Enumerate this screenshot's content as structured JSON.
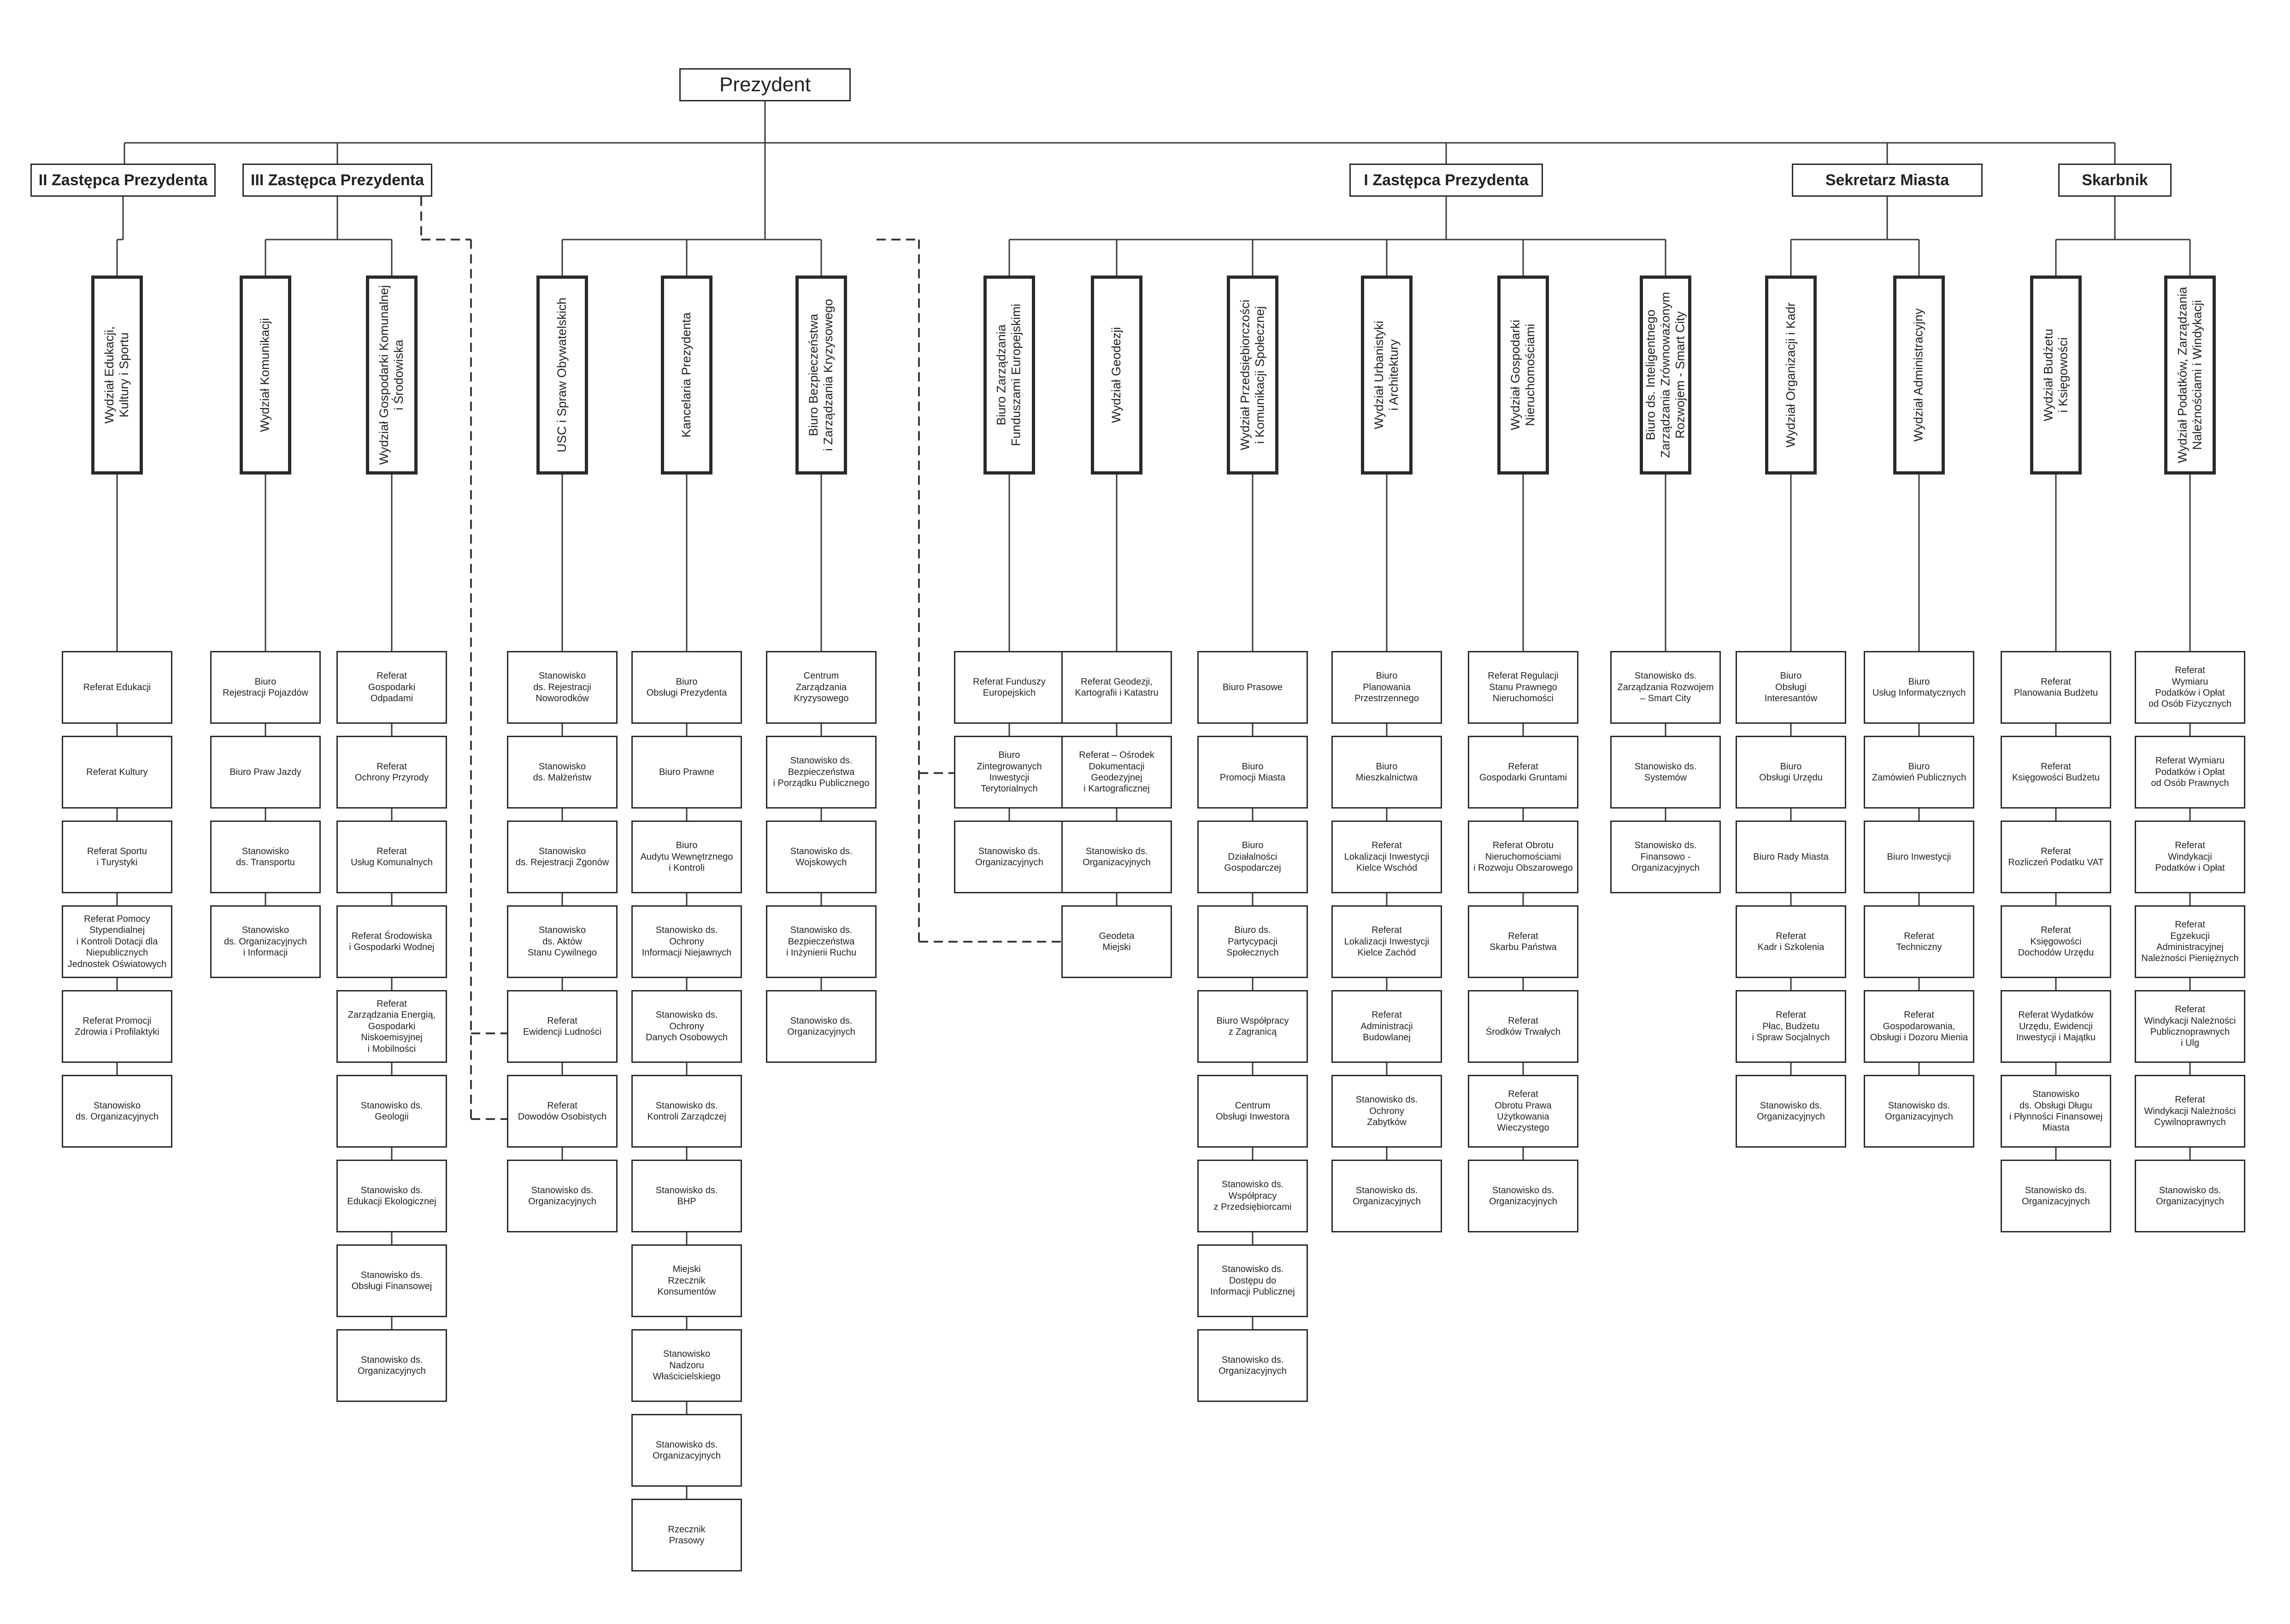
{
  "president": "Prezydent",
  "deputies": [
    {
      "label": "II Zastępca Prezydenta",
      "units": [
        {
          "label": "Wydział Edukacji,\nKultury i Sportu",
          "subs": [
            "Referat Edukacji",
            "Referat Kultury",
            "Referat Sportu\ni Turystyki",
            "Referat Pomocy\nStypendialnej\ni Kontroli Dotacji dla\nNiepublicznych\nJednostek  Oświatowych",
            "Referat Promocji\nZdrowia i Profilaktyki",
            "Stanowisko\nds. Organizacyjnych"
          ]
        }
      ]
    },
    {
      "label": "III Zastępca Prezydenta",
      "units": [
        {
          "label": "Wydział Komunikacji",
          "subs": [
            "Biuro\nRejestracji Pojazdów",
            "Biuro Praw Jazdy",
            "Stanowisko\nds. Transportu",
            "Stanowisko\nds. Organizacyjnych\ni Informacji"
          ]
        },
        {
          "label": "Wydział Gospodarki Komunalnej\ni Środowiska",
          "subs": [
            "Referat\nGospodarki\nOdpadami",
            "Referat\nOchrony Przyrody",
            "Referat\nUsług Komunalnych",
            "Referat Środowiska\ni Gospodarki Wodnej",
            "Referat\nZarządzania Energią,\nGospodarki\nNiskoemisyjnej\ni Mobilności",
            "Stanowisko ds.\nGeologii",
            "Stanowisko ds.\nEdukacji Ekologicznej",
            "Stanowisko ds.\nObsługi Finansowej",
            "Stanowisko ds.\nOrganizacyjnych"
          ]
        }
      ]
    },
    {
      "label": "I Zastępca Prezydenta",
      "units": [
        {
          "label": "Biuro Zarządzania\nFunduszami Europejskimi",
          "subs": [
            "Referat Funduszy\nEuropejskich",
            "Biuro\nZintegrowanych\nInwestycji\nTerytorialnych",
            "Stanowisko ds.\nOrganizacyjnych"
          ]
        },
        {
          "label": "Wydział Geodezji",
          "subs": [
            "Referat Geodezji,\nKartografii i Katastru",
            "Referat – Ośrodek\nDokumentacji\nGeodezyjnej\ni Kartograficznej",
            "Stanowisko ds.\nOrganizacyjnych",
            "Geodeta\nMiejski"
          ]
        },
        {
          "label": "Wydział Przedsiębiorczości\ni Komunikacji Społecznej",
          "subs": [
            "Biuro Prasowe",
            "Biuro\nPromocji Miasta",
            "Biuro\nDziałalności\nGospodarczej",
            "Biuro ds.\nPartycypacji\nSpołecznych",
            "Biuro Współpracy\nz Zagranicą",
            "Centrum\nObsługi Inwestora",
            "Stanowisko ds.\nWspółpracy\nz Przedsiębiorcami",
            "Stanowisko ds.\nDostępu do\nInformacji Publicznej",
            "Stanowisko ds.\nOrganizacyjnych"
          ]
        },
        {
          "label": "Wydział Urbanistyki\ni Architektury",
          "subs": [
            "Biuro\nPlanowania\nPrzestrzennego",
            "Biuro\nMieszkalnictwa",
            "Referat\nLokalizacji Inwestycji\nKielce Wschód",
            "Referat\nLokalizacji Inwestycji\nKielce Zachód",
            "Referat\nAdministracji\nBudowlanej",
            "Stanowisko ds.\nOchrony\nZabytków",
            "Stanowisko ds.\nOrganizacyjnych"
          ]
        },
        {
          "label": "Wydział Gospodarki\nNieruchomościami",
          "subs": [
            "Referat Regulacji\nStanu Prawnego\nNieruchomości",
            "Referat\nGospodarki Gruntami",
            "Referat Obrotu\nNieruchomościami\ni Rozwoju Obszarowego",
            "Referat\nSkarbu Państwa",
            "Referat\nŚrodków Trwałych",
            "Referat\nObrotu Prawa\nUżytkowania\nWieczystego",
            "Stanowisko ds.\nOrganizacyjnych"
          ]
        },
        {
          "label": "Biuro ds. Inteligentnego\nZarządzania Zrównoważonym\nRozwojem - Smart City",
          "subs": [
            "Stanowisko ds.\nZarządzania Rozwojem\n– Smart City",
            "Stanowisko ds.\nSystemów",
            "Stanowisko ds.\nFinansowo -\nOrganizacyjnych"
          ]
        }
      ]
    },
    {
      "label": "Sekretarz Miasta",
      "units": [
        {
          "label": "Wydział Organizacji i Kadr",
          "subs": [
            "Biuro\nObsługi\nInteresantów",
            "Biuro\nObsługi Urzędu",
            "Biuro Rady Miasta",
            "Referat\nKadr i Szkolenia",
            "Referat\nPłac, Budżetu\ni Spraw Socjalnych",
            "Stanowisko ds.\nOrganizacyjnych"
          ]
        },
        {
          "label": "Wydział Administracyjny",
          "subs": [
            "Biuro\nUsług Informatycznych",
            "Biuro\nZamówień Publicznych",
            "Biuro Inwestycji",
            "Referat\nTechniczny",
            "Referat\nGospodarowania,\nObsługi i Dozoru Mienia",
            "Stanowisko ds.\nOrganizacyjnych"
          ]
        }
      ]
    },
    {
      "label": "Skarbnik",
      "units": [
        {
          "label": "Wydział Budżetu\ni Księgowości",
          "subs": [
            "Referat\nPlanowania Budżetu",
            "Referat\nKsięgowości Budżetu",
            "Referat\nRozliczeń Podatku VAT",
            "Referat\nKsięgowości\nDochodów Urzędu",
            "Referat Wydatków\nUrzędu, Ewidencji\nInwestycji i Majątku",
            "Stanowisko\nds. Obsługi Długu\ni Płynności Finansowej\nMiasta",
            "Stanowisko ds.\nOrganizacyjnych"
          ]
        },
        {
          "label": "Wydział Podatków, Zarządzania\nNależnościami i Windykacji",
          "subs": [
            "Referat\nWymiaru\nPodatków i Opłat\nod Osób Fizycznych",
            "Referat Wymiaru\nPodatków i Opłat\nod Osób Prawnych",
            "Referat\nWindykacji\nPodatków i Opłat",
            "Referat\nEgzekucji\nAdministracyjnej\nNależności Pieniężnych",
            "Referat\nWindykacji Należności\nPublicznoprawnych\ni Ulg",
            "Referat\nWindykacji Należności\nCywilnoprawnych",
            "Stanowisko ds.\nOrganizacyjnych"
          ]
        }
      ]
    }
  ],
  "president_units": [
    {
      "label": "USC i Spraw Obywatelskich",
      "subs": [
        "Stanowisko\nds. Rejestracji\nNoworodków",
        "Stanowisko\nds. Małżeństw",
        "Stanowisko\nds. Rejestracji Zgonów",
        "Stanowisko\nds. Aktów\nStanu Cywilnego",
        "Referat\nEwidencji Ludności",
        "Referat\nDowodów Osobistych",
        "Stanowisko ds.\nOrganizacyjnych"
      ]
    },
    {
      "label": "Kancelaria Prezydenta",
      "subs": [
        "Biuro\nObsługi Prezydenta",
        "Biuro Prawne",
        "Biuro\nAudytu Wewnętrznego\ni Kontroli",
        "Stanowisko ds.\nOchrony\nInformacji Niejawnych",
        "Stanowisko ds.\nOchrony\nDanych Osobowych",
        "Stanowisko ds.\nKontroli Zarządczej",
        "Stanowisko ds.\nBHP",
        "Miejski\nRzecznik\nKonsumentów",
        "Stanowisko\nNadzoru\nWłaścicielskiego",
        "Stanowisko ds.\nOrganizacyjnych",
        "Rzecznik\nPrasowy"
      ]
    },
    {
      "label": "Biuro Bezpieczeństwa\ni Zarządzania Kryzysowego",
      "subs": [
        "Centrum\nZarządzania\nKryzysowego",
        "Stanowisko ds.\nBezpieczeństwa\ni Porządku Publicznego",
        "Stanowisko ds.\nWojskowych",
        "Stanowisko ds.\nBezpieczeństwa\ni Inżynierii Ruchu",
        "Stanowisko ds.\nOrganizacyjnych"
      ]
    }
  ]
}
